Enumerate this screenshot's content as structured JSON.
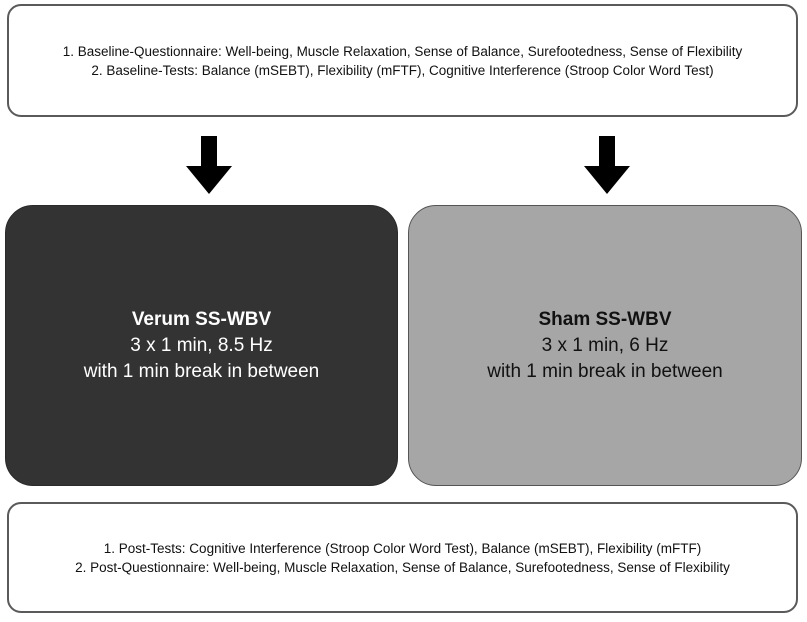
{
  "baseline": {
    "line1": "1. Baseline-Questionnaire: Well-being, Muscle Relaxation, Sense of Balance, Surefootedness, Sense of Flexibility",
    "line2": "2. Baseline-Tests: Balance (mSEBT), Flexibility (mFTF), Cognitive Interference (Stroop Color Word Test)"
  },
  "verum": {
    "title": "Verum SS-WBV",
    "line1": "3 x 1 min, 8.5 Hz",
    "line2": "with 1 min break in between",
    "fill_color": "#333333"
  },
  "sham": {
    "title": "Sham SS-WBV",
    "line1": "3 x 1 min, 6 Hz",
    "line2": "with 1 min break in between",
    "fill_color": "#a6a6a6"
  },
  "post": {
    "line1": "1. Post-Tests: Cognitive Interference (Stroop Color Word Test), Balance (mSEBT), Flexibility (mFTF)",
    "line2": "2. Post-Questionnaire: Well-being, Muscle Relaxation, Sense of Balance, Surefootedness, Sense of Flexibility"
  },
  "icons": {
    "arrow": "down-arrow-icon"
  }
}
